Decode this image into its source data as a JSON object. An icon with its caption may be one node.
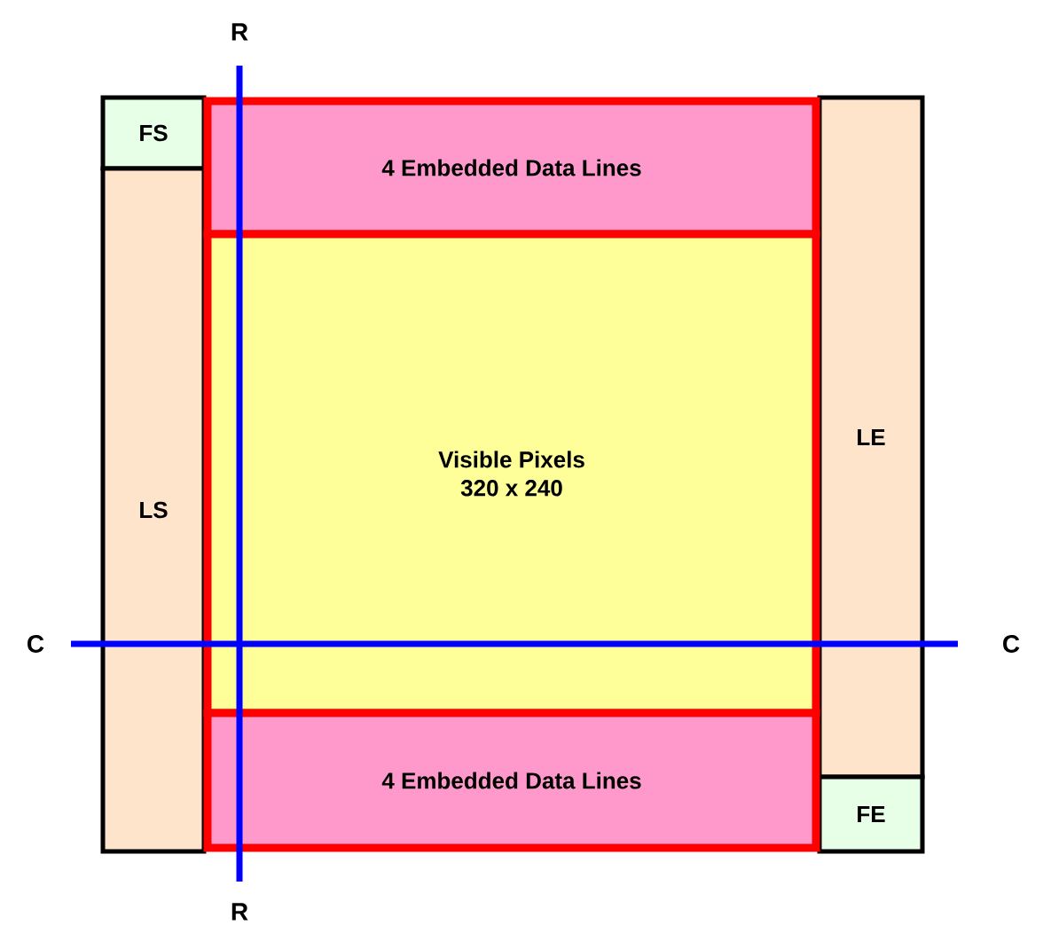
{
  "diagram": {
    "nodes": [
      {
        "text": [
          "FS"
        ]
      },
      {
        "text": [
          "LS"
        ]
      },
      {
        "text": [
          "4 Embedded Data Lines"
        ]
      },
      {
        "text": [
          "Visible Pixels",
          "320 x 240"
        ]
      },
      {
        "text": [
          "4 Embedded Data Lines"
        ]
      },
      {
        "text": [
          "LE"
        ]
      },
      {
        "text": [
          "FE"
        ]
      }
    ],
    "labels": [
      "R",
      "C",
      "C",
      "R"
    ]
  }
}
